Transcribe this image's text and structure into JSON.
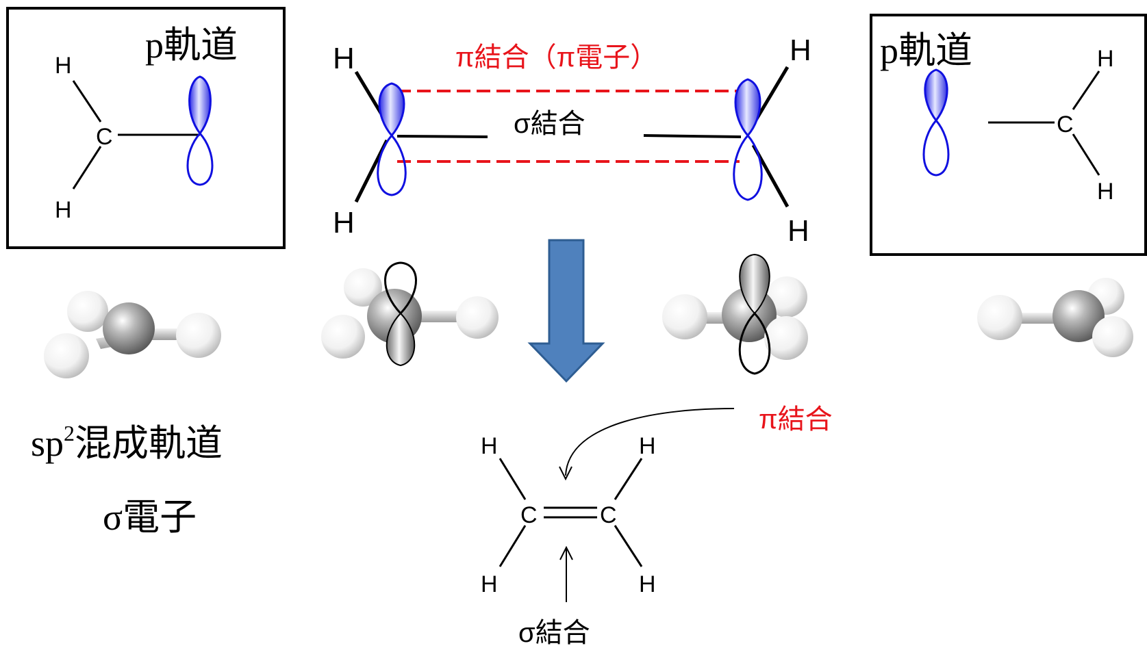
{
  "left_box": {
    "title": "p軌道",
    "atoms": {
      "top_h": "H",
      "carbon": "C",
      "bottom_h": "H"
    }
  },
  "right_box": {
    "title": "p軌道",
    "atoms": {
      "top_h": "H",
      "carbon": "C",
      "bottom_h": "H"
    }
  },
  "center_top": {
    "pi_bond_label": "π結合（π電子）",
    "sigma_bond_label": "σ結合",
    "atoms": {
      "h_top_left": "H",
      "h_bottom_left": "H",
      "h_top_right": "H",
      "h_bottom_right": "H"
    }
  },
  "bottom_left": {
    "hybrid_prefix": "sp",
    "hybrid_sup": "2",
    "hybrid_suffix": "混成軌道",
    "sigma_electron": "σ電子"
  },
  "ethylene": {
    "pi_bond_label": "π結合",
    "sigma_bond_label": "σ結合",
    "atoms": {
      "h_top_left": "H",
      "h_top_right": "H",
      "c_left": "C",
      "c_right": "C",
      "h_bottom_left": "H",
      "h_bottom_right": "H"
    }
  },
  "colors": {
    "orbital_blue": "#1010e0",
    "pi_red": "#e8141b",
    "arrow_fill": "#4f81bd",
    "arrow_stroke": "#2e5d92"
  }
}
